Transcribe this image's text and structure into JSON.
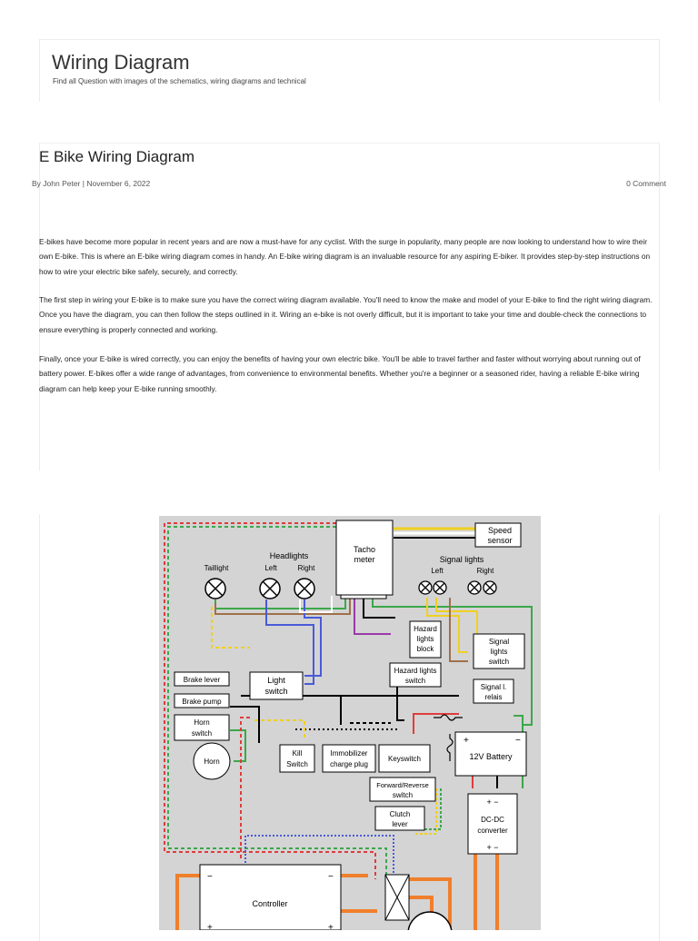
{
  "site": {
    "title": "Wiring Diagram",
    "tagline": "Find all Question with images of the schematics, wiring diagrams and technical"
  },
  "post": {
    "title": "E Bike Wiring Diagram",
    "meta": "By John Peter | November 6, 2022",
    "comments": "0 Comment",
    "paragraphs": [
      "E-bikes have become more popular in recent years and are now a must-have for any cyclist. With the surge in popularity, many people are now looking to understand how to wire their own E-bike. This is where an E-bike wiring diagram comes in handy. An E-bike wiring diagram is an invaluable resource for any aspiring E-biker. It provides step-by-step instructions on how to wire your electric bike safely, securely, and correctly.",
      "The first step in wiring your E-bike is to make sure you have the correct wiring diagram available. You'll need to know the make and model of your E-bike to find the right wiring diagram. Once you have the diagram, you can then follow the steps outlined in it. Wiring an e-bike is not overly difficult, but it is important to take your time and double-check the connections to ensure everything is properly connected and working.",
      "Finally, once your E-bike is wired correctly, you can enjoy the benefits of having your own electric bike. You'll be able to travel farther and faster without worrying about running out of battery power. E-bikes offer a wide range of advantages, from convenience to environmental benefits. Whether you're a beginner or a seasoned rider, having a reliable E-bike wiring diagram can help keep your E-bike running smoothly."
    ]
  },
  "diagram": {
    "labels": {
      "tachometer_1": "Tacho",
      "tachometer_2": "meter",
      "speed_sensor_1": "Speed",
      "speed_sensor_2": "sensor",
      "headlights": "Headlights",
      "headlights_left": "Left",
      "headlights_right": "Right",
      "taillight": "Taillight",
      "signal_lights": "Signal lights",
      "signal_left": "Left",
      "signal_right": "Right",
      "hazard_block_1": "Hazard",
      "hazard_block_2": "lights",
      "hazard_block_3": "block",
      "signal_switch_1": "Signal",
      "signal_switch_2": "lights",
      "signal_switch_3": "switch",
      "hazard_switch_1": "Hazard lights",
      "hazard_switch_2": "switch",
      "signal_relais_1": "Signal l.",
      "signal_relais_2": "relais",
      "brake_lever": "Brake lever",
      "brake_pump": "Brake pump",
      "light_switch_1": "Light",
      "light_switch_2": "switch",
      "horn_switch_1": "Horn",
      "horn_switch_2": "switch",
      "horn": "Horn",
      "kill_switch_1": "Kill",
      "kill_switch_2": "Switch",
      "immobilizer_1": "Immobilizer",
      "immobilizer_2": "charge plug",
      "keyswitch": "Keyswitch",
      "battery": "12V Battery",
      "battery_plus": "+",
      "battery_minus": "−",
      "fr_switch_1": "Forward/Reverse",
      "fr_switch_2": "switch",
      "clutch_1": "Clutch",
      "clutch_2": "lever",
      "dcdc_1": "DC-DC",
      "dcdc_2": "converter",
      "dcdc_top": "+  −",
      "dcdc_bottom": "+  −",
      "controller": "Controller",
      "ctrl_minus_l": "−",
      "ctrl_minus_r": "−",
      "ctrl_plus_l": "+",
      "ctrl_plus_r": "+"
    },
    "colors": {
      "background": "#d4d4d4",
      "power": "#f07f2c",
      "red": "#e03c3c",
      "green": "#3aa84a",
      "blue": "#4a5ad8",
      "yellow": "#f0d020",
      "brown": "#a0704a",
      "purple": "#9a3aa8"
    }
  }
}
